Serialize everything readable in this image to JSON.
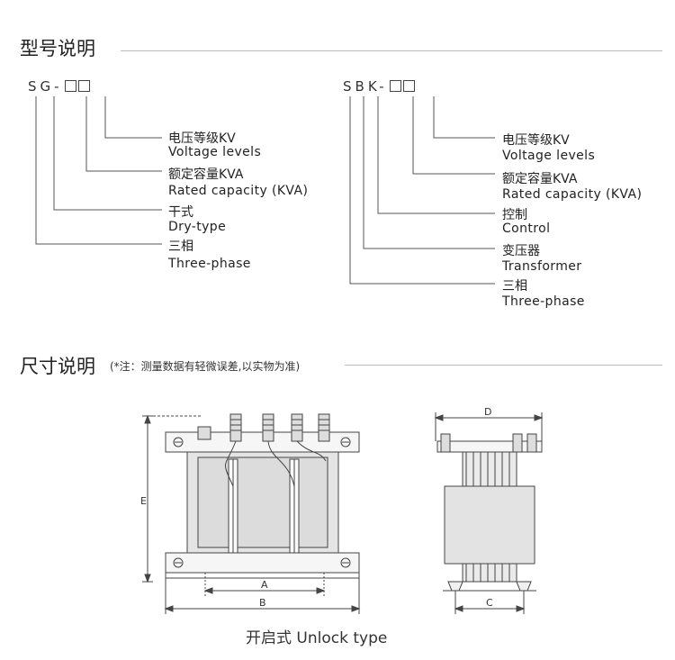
{
  "model_section": {
    "title": "型号说明",
    "left": {
      "code_prefix": [
        "S",
        "G",
        "-"
      ],
      "items": [
        {
          "cn": "电压等级KV",
          "en": "Voltage levels"
        },
        {
          "cn": "额定容量KVA",
          "en": "Rated capacity (KVA)"
        },
        {
          "cn": "干式",
          "en": "Dry-type"
        },
        {
          "cn": "三相",
          "en": "Three-phase"
        }
      ]
    },
    "right": {
      "code_prefix": [
        "S",
        "B",
        "K",
        "-"
      ],
      "items": [
        {
          "cn": "电压等级KV",
          "en": "Voltage levels"
        },
        {
          "cn": "额定容量KVA",
          "en": "Rated capacity (KVA)"
        },
        {
          "cn": "控制",
          "en": "Control"
        },
        {
          "cn": "变压器",
          "en": "Transformer"
        },
        {
          "cn": "三相",
          "en": "Three-phase"
        }
      ]
    }
  },
  "dimension_section": {
    "title": "尺寸说明",
    "note": "(*注：测量数据有轻微误差,以实物为准)",
    "labels": {
      "A": "A",
      "B": "B",
      "C": "C",
      "D": "D",
      "E": "E"
    },
    "caption": "开启式 Unlock type"
  },
  "colors": {
    "line": "#444444",
    "core": "#d9d9d9",
    "rule": "#bbbbbb"
  }
}
